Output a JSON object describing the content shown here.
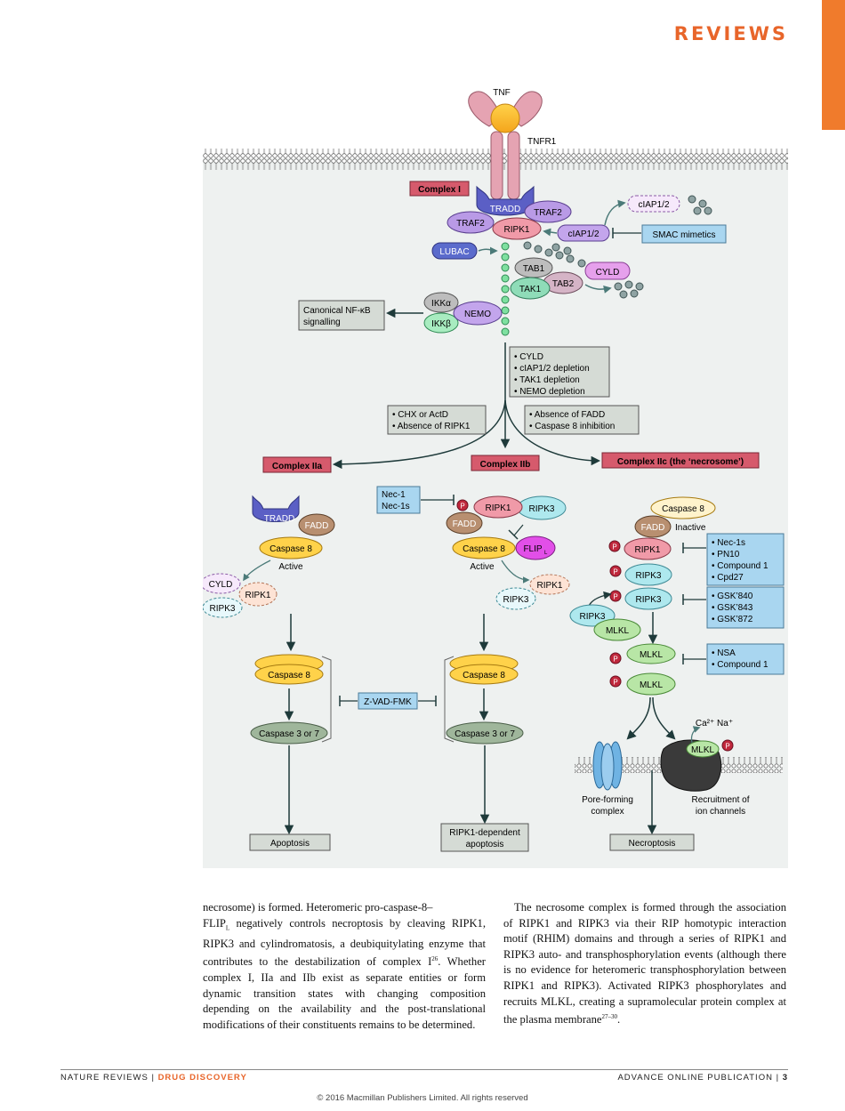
{
  "header": {
    "section": "REVIEWS",
    "accent_color": "#e8652a"
  },
  "diagram": {
    "top": {
      "tnf": "TNF",
      "tnfr1": "TNFR1"
    },
    "complex1": {
      "title": "Complex I",
      "tradd": "TRADD",
      "traf2_left": "TRAF2",
      "traf2_right": "TRAF2",
      "ripk1": "RIPK1",
      "lubac": "LUBAC",
      "ciap_top": "cIAP1/2",
      "ciap": "cIAP1/2",
      "smac": "SMAC mimetics",
      "tab1": "TAB1",
      "tab2": "TAB2",
      "tak1": "TAK1",
      "cyld": "CYLD",
      "ikka": "IKKα",
      "ikkb": "IKKβ",
      "nemo": "NEMO",
      "nfkb_line1": "Canonical NF-κB",
      "nfkb_line2": "signalling"
    },
    "conditions": {
      "middle": [
        "• CYLD",
        "• cIAP1/2 depletion",
        "• TAK1 depletion",
        "• NEMO depletion"
      ],
      "left": [
        "• CHX or ActD",
        "• Absence of RIPK1"
      ],
      "right": [
        "• Absence of FADD",
        "• Caspase 8 inhibition"
      ]
    },
    "complex2a": {
      "title": "Complex IIa",
      "tradd": "TRADD",
      "fadd": "FADD",
      "casp8": "Caspase 8",
      "active": "Active",
      "cyld": "CYLD",
      "ripk1": "RIPK1",
      "ripk3": "RIPK3",
      "casp8_lower": "Caspase 8",
      "casp37": "Caspase 3 or 7",
      "outcome": "Apoptosis"
    },
    "complex2b": {
      "title": "Complex IIb",
      "nec_line1": "Nec-1",
      "nec_line2": "Nec-1s",
      "phospho": "P",
      "ripk1": "RIPK1",
      "ripk3": "RIPK3",
      "fadd": "FADD",
      "casp8": "Caspase 8",
      "flip": "FLIP",
      "flip_sub": "L",
      "active": "Active",
      "ripk1_dashed": "RIPK1",
      "ripk3_dashed": "RIPK3",
      "casp8_lower": "Caspase 8",
      "casp37": "Caspase 3 or 7",
      "outcome_line1": "RIPK1-dependent",
      "outcome_line2": "apoptosis",
      "zvad": "Z-VAD-FMK"
    },
    "complex2c": {
      "title": "Complex IIc (the ‘necrosome’)",
      "casp8": "Caspase 8",
      "fadd": "FADD",
      "inactive": "Inactive",
      "phospho": "P",
      "ripk1": "RIPK1",
      "ripk3_a": "RIPK3",
      "ripk3_b": "RIPK3",
      "ripk3_c": "RIPK3",
      "mlkl_a": "MLKL",
      "mlkl_b": "MLKL",
      "mlkl_c": "MLKL",
      "mlkl_membrane": "MLKL",
      "inhib_ripk1": [
        "• Nec-1s",
        "• PN10",
        "• Compound 1",
        "• Cpd27"
      ],
      "inhib_ripk3": [
        "• GSK’840",
        "• GSK’843",
        "• GSK’872"
      ],
      "inhib_mlkl": [
        "• NSA",
        "• Compound 1"
      ],
      "ions": "Ca²⁺  Na⁺",
      "pore_line1": "Pore-forming",
      "pore_line2": "complex",
      "recruit_line1": "Recruitment of",
      "recruit_line2": "ion channels",
      "outcome": "Necroptosis"
    }
  },
  "body": {
    "col1_p1": "necrosome) is formed. Heteromeric pro-caspase-8–",
    "col1_flip": "FLIP",
    "col1_flip_sub": "L",
    "col1_p2": " negatively controls necroptosis by cleaving RIPK1, RIPK3 and cylindromatosis, a deubiquitylating enzyme that contributes to the destabilization of complex I",
    "col1_ref": "26",
    "col1_p3": ". Whether complex I, IIa and IIb exist as separate entities or form dynamic transition states with changing composition depending on the availability and the post-translational modifications of their constituents remains to be determined.",
    "col2_p1": "The necrosome complex is formed through the association of RIPK1 and RIPK3 via their RIP homotypic interaction motif (RHIM) domains and through a series of RIPK1 and RIPK3 auto- and transphosphorylation events (although there is no evidence for heteromeric transphosphorylation between RIPK1 and RIPK3). Activated RIPK3 phosphorylates and recruits MLKL, creating a supramolecular protein complex at the plasma membrane",
    "col2_ref": "27–30",
    "col2_p2": "."
  },
  "footer": {
    "journal": "NATURE REVIEWS",
    "separator": " | ",
    "subjournal": "DRUG DISCOVERY",
    "publication": "ADVANCE ONLINE PUBLICATION",
    "page_sep": " | ",
    "page": "3",
    "copyright": "© 2016 Macmillan Publishers Limited. All rights reserved"
  }
}
